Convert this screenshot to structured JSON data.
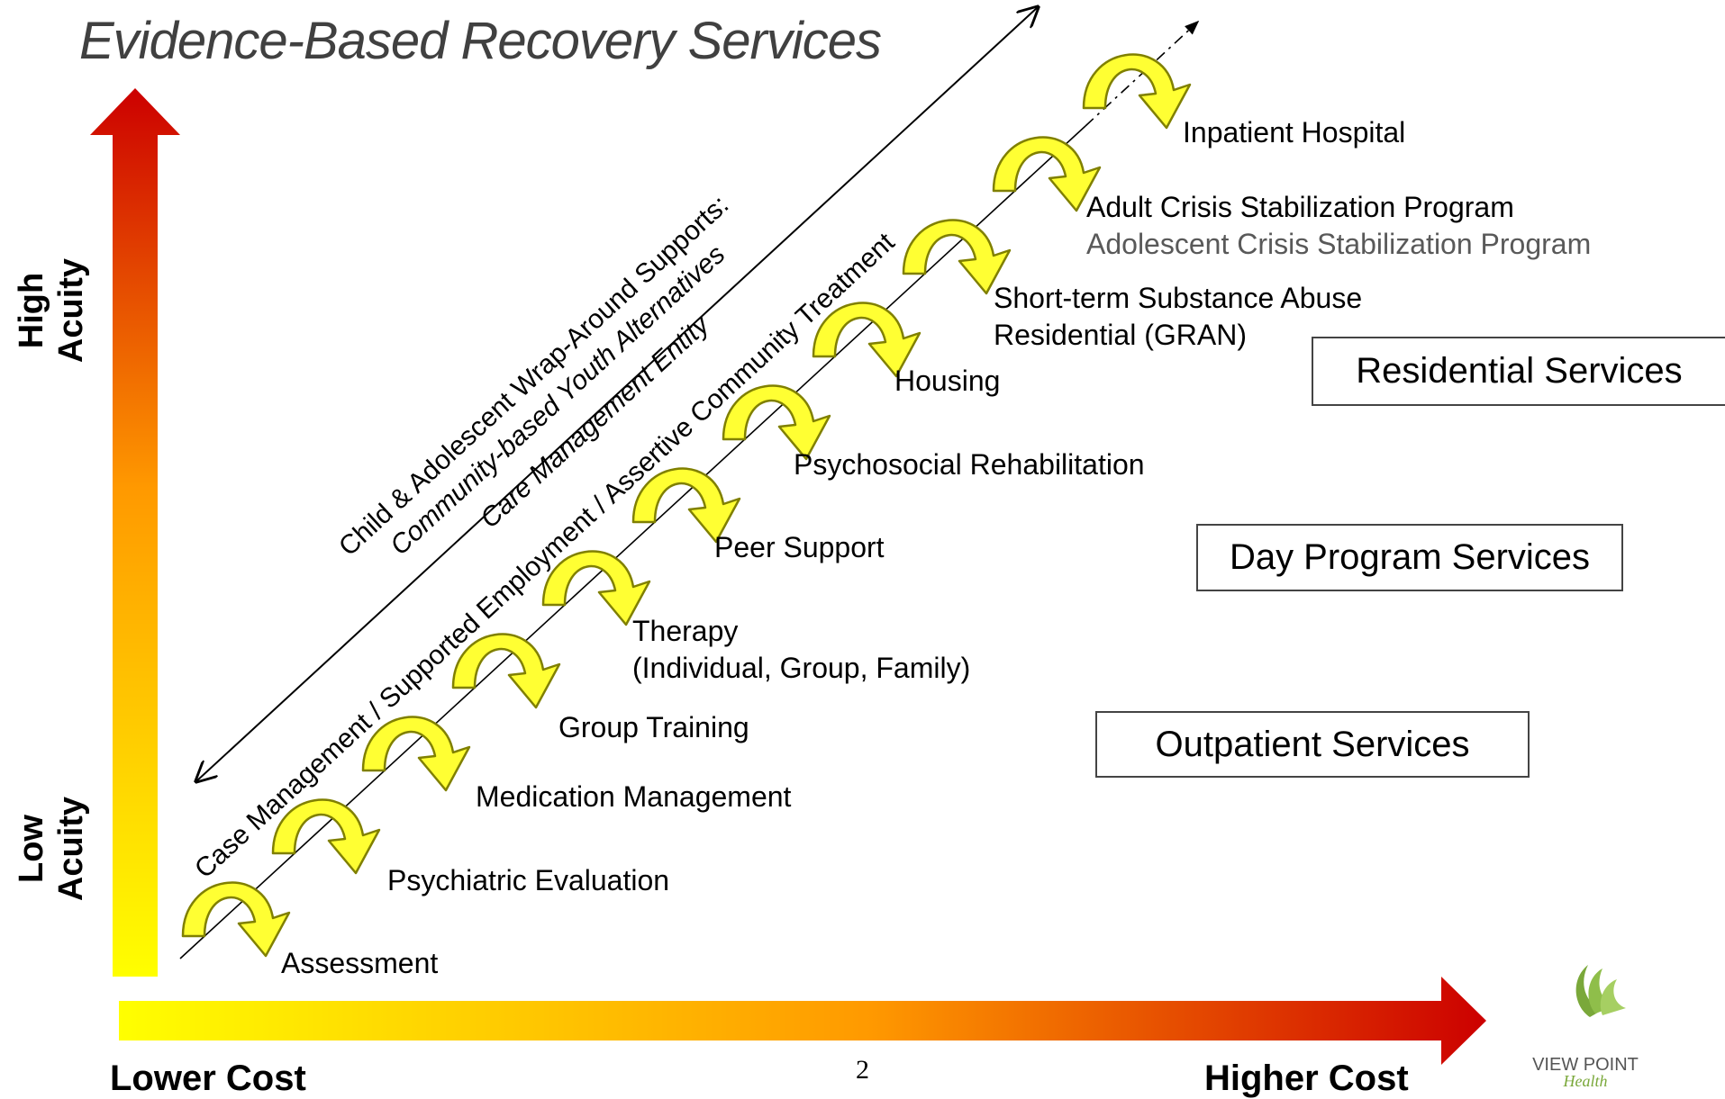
{
  "title": "Evidence-Based Recovery Services",
  "axes": {
    "y_high_line1": "High",
    "y_high_line2": "Acuity",
    "y_low_line1": "Low",
    "y_low_line2": "Acuity",
    "x_low": "Lower Cost",
    "x_high": "Higher Cost"
  },
  "steps": {
    "assessment": "Assessment",
    "psychiatric_evaluation": "Psychiatric Evaluation",
    "medication_management": "Medication Management",
    "group_training": "Group Training",
    "therapy_line1": "Therapy",
    "therapy_line2": "(Individual, Group, Family)",
    "peer_support": "Peer Support",
    "psychosocial_rehabilitation": "Psychosocial Rehabilitation",
    "housing": "Housing",
    "substance_abuse_line1": "Short-term Substance Abuse",
    "substance_abuse_line2": "Residential (GRAN)",
    "adult_crisis": "Adult Crisis Stabilization Program",
    "adolescent_crisis": "Adolescent Crisis Stabilization Program",
    "inpatient_hospital": "Inpatient Hospital"
  },
  "categories": {
    "residential": "Residential Services",
    "day_program": "Day Program Services",
    "outpatient": "Outpatient Services"
  },
  "diagonal_labels": {
    "wraparound": "Child & Adolescent Wrap-Around Supports:",
    "community_youth": "Community-based Youth Alternatives",
    "care_management": "Care Management Entity",
    "case_management": "Case Management / Supported Employment / Assertive Community Treatment"
  },
  "page_number": "2",
  "logo": {
    "line1": "VIEW POINT",
    "line2": "Health"
  },
  "colors": {
    "arrow_yellow": "#ffff00",
    "arrow_orange": "#ff9900",
    "arrow_red": "#cc0000",
    "curve_arrow_fill": "#ffff33",
    "curve_arrow_stroke": "#808000",
    "logo_green": "#7aa83a"
  }
}
